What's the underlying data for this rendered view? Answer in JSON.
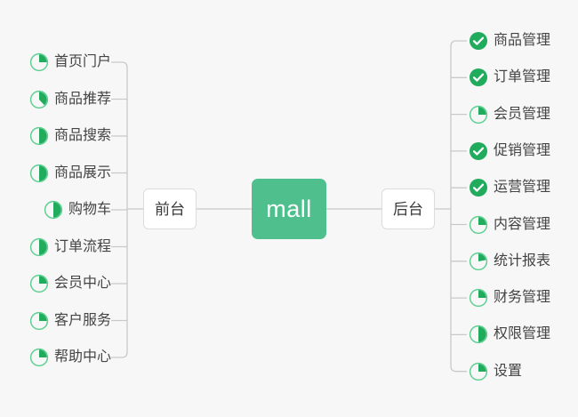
{
  "theme": {
    "background": "#f7f7f7",
    "accent_green": "#4FC08D",
    "icon_green": "#21ab5c",
    "icon_ring": "#5fcf93",
    "text_color": "#444444",
    "node_text_color": "#3a3a3a",
    "connector_color": "#c9c9c9",
    "box_border": "#dcdcdc",
    "box_background": "#ffffff"
  },
  "root": {
    "label": "mall"
  },
  "branches": [
    {
      "id": "frontend",
      "label": "前台",
      "side": "left"
    },
    {
      "id": "backend",
      "label": "后台",
      "side": "right"
    }
  ],
  "left_items": [
    {
      "label": "首页门户",
      "icon": "pie-progress-icon",
      "progress": 25
    },
    {
      "label": "商品推荐",
      "icon": "pie-progress-icon",
      "progress": 38
    },
    {
      "label": "商品搜索",
      "icon": "pie-progress-icon",
      "progress": 50
    },
    {
      "label": "商品展示",
      "icon": "pie-progress-icon",
      "progress": 50
    },
    {
      "label": "购物车",
      "icon": "pie-progress-icon",
      "progress": 50
    },
    {
      "label": "订单流程",
      "icon": "pie-progress-icon",
      "progress": 50
    },
    {
      "label": "会员中心",
      "icon": "pie-progress-icon",
      "progress": 25
    },
    {
      "label": "客户服务",
      "icon": "pie-progress-icon",
      "progress": 25
    },
    {
      "label": "帮助中心",
      "icon": "pie-progress-icon",
      "progress": 25
    }
  ],
  "right_items": [
    {
      "label": "商品管理",
      "icon": "check-circle-icon",
      "progress": 100
    },
    {
      "label": "订单管理",
      "icon": "check-circle-icon",
      "progress": 100
    },
    {
      "label": "会员管理",
      "icon": "pie-progress-icon",
      "progress": 25
    },
    {
      "label": "促销管理",
      "icon": "check-circle-icon",
      "progress": 100
    },
    {
      "label": "运营管理",
      "icon": "check-circle-icon",
      "progress": 100
    },
    {
      "label": "内容管理",
      "icon": "pie-progress-icon",
      "progress": 25
    },
    {
      "label": "统计报表",
      "icon": "pie-progress-icon",
      "progress": 22
    },
    {
      "label": "财务管理",
      "icon": "pie-progress-icon",
      "progress": 25
    },
    {
      "label": "权限管理",
      "icon": "pie-progress-icon",
      "progress": 50
    },
    {
      "label": "设置",
      "icon": "pie-progress-icon",
      "progress": 25
    }
  ]
}
